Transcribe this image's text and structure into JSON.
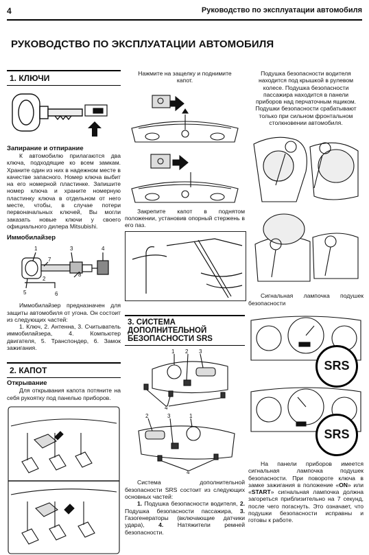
{
  "header": {
    "page_number": "4",
    "title": "Руководство по эксплуатации автомобиля"
  },
  "main_title": "РУКОВОДСТВО ПО ЭКСПЛУАТАЦИИ АВТОМОБИЛЯ",
  "keys": {
    "heading": "1. КЛЮЧИ",
    "lock_heading": "Запирание и отпирание",
    "lock_text": "К автомобилю прилагаются два ключа, подходящие ко всем замкам. Храните один из них в надежном месте в качестве запасного. Номер ключа выбит на его номерной пластинке. Запишите номер ключа и храните номерную пластинку ключа в отдельном от него месте, чтобы, в случае потери первоначальных ключей, Вы могли заказать новые ключи у своего официального дилера Mitsubishi.",
    "immob_heading": "Иммобилайзер",
    "immob_text": "Иммобилайзер предназначен для защиты автомобиля от угона. Он состоит из следующих частей:",
    "immob_parts": "1. Ключ, 2. Антенна, 3. Считыватель иммобилайзера, 4. Компьютер двигателя, 5. Транспондер, 6. Замок зажигания.",
    "callouts": [
      "1",
      "2",
      "3",
      "4",
      "5",
      "6",
      "7",
      "8"
    ]
  },
  "hood": {
    "heading": "2. КАПОТ",
    "open_heading": "Открывание",
    "open_text": "Для открывания капота потяните на себя рукоятку под панелью приборов.",
    "latch_text": "Нажмите на защелку и поднимите капот.",
    "prop_text": "Закрепите капот в поднятом положении, установив опорный стержень в его паз."
  },
  "srs": {
    "heading": "3. СИСТЕМА ДОПОЛНИТЕЛЬНОЙ БЕЗОПАСНОСТИ SRS",
    "intro_text": "Система дополнительной безопасности SRS состоит из следующих основных частей:",
    "parts_n1": "1.",
    "parts_t1": " Подушка безопасности водителя,",
    "parts_n2": "2.",
    "parts_t2": " Подушка безопасности пассажира,",
    "parts_n3": "3.",
    "parts_t3": " Газогенераторы (включающие датчики удара),",
    "parts_n4": "4.",
    "parts_t4": " Натяжители ремней безопасности.",
    "callouts_top": [
      "1",
      "2",
      "3",
      "4"
    ],
    "callouts_bottom": [
      "1",
      "2",
      "3",
      "4"
    ],
    "airbag_text": "Подушка безопасности водителя находится под крышкой в рулевом колесе. Подушка безопасности пассажира находится в панели приборов над перчаточным ящиком. Подушки безопасности срабатывают только при сильном фронтальном столкновении автомобиля.",
    "lamp_caption": "Сигнальная лампочка подушек безопасности",
    "badge": "SRS",
    "lamp_t1": "На панели приборов имеется сигнальная лампочка подушек безопасности. При повороте ключа в замке зажигания в положение «",
    "lamp_on": "ON",
    "lamp_t2": "» или «",
    "lamp_start": "START",
    "lamp_t3": "» сигнальная лампочка должна загореться приблизительно на 7 секунд, после чего погаснуть. Это означает, что подушки безопасности исправны и готовы к работе."
  }
}
